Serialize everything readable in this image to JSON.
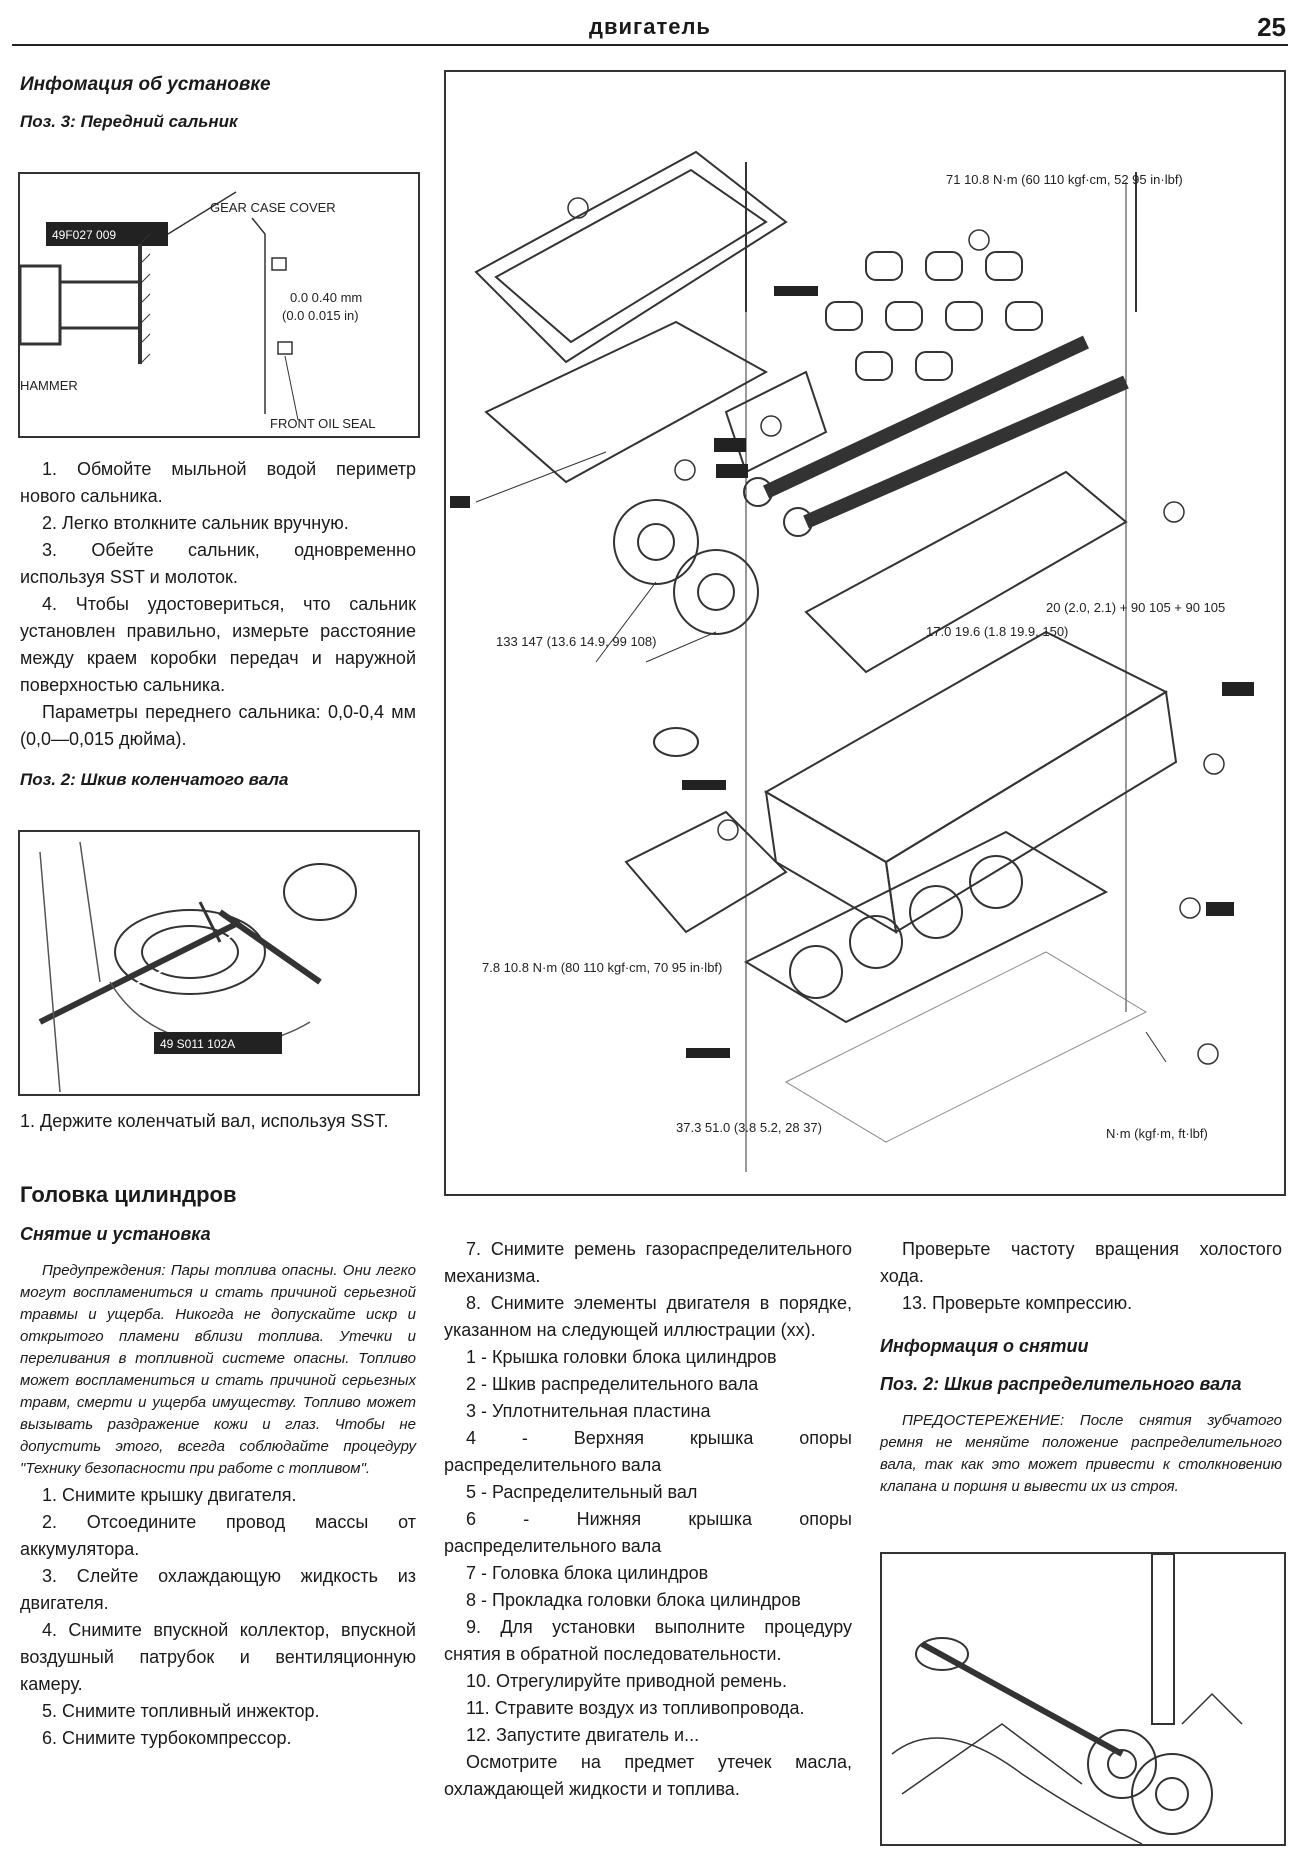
{
  "header": {
    "title": "двигатель",
    "page_number": "25"
  },
  "left_top": {
    "section_title": "Инфомация об установке",
    "pos1_title": "Поз. 3: Передний сальник",
    "fig1": {
      "part_number": "49F027 009",
      "gear_case_cover": "GEAR CASE COVER",
      "measure_1": "0.0  0.40 mm",
      "measure_2": "(0.0  0.015 in)",
      "front_oil_seal": "FRONT OIL SEAL",
      "hammer": "HAMMER"
    },
    "steps": [
      "1. Обмойте мыльной водой периметр нового сальника.",
      "2. Легко втолкните сальник вручную.",
      "3. Обейте сальник, одновременно используя SST и молоток.",
      "4. Чтобы удостовериться, что сальник установлен правильно, измерьте расстояние между краем коробки передач и наружной поверхностью сальника."
    ],
    "param": "Параметры переднего сальника: 0,0-0,4 мм (0,0—0,015 дюйма).",
    "pos2_title": "Поз. 2: Шкив коленчатого вала",
    "fig2": {
      "part_number": "49 S011 102A"
    },
    "fig2_caption": "1. Держите коленчатый вал, используя SST."
  },
  "cyl": {
    "title": "Головка цилиндров",
    "subtitle": "Снятие и установка",
    "warning": "Предупреждения: Пары топлива опасны. Они легко могут воспламениться и стать причиной серьезной травмы и ущерба. Никогда не допускайте искр и открытого пламени вблизи топлива. Утечки и переливания в топливной системе опасны. Топливо может воспламениться и стать причиной серьезных травм, смерти и ущерба имуществу. Топливо может вызывать раздражение кожи и глаз. Чтобы не допустить этого, всегда соблюдайте процедуру \"Технику безопасности при работе с топливом\".",
    "steps": [
      "1. Снимите крышку двигателя.",
      "2. Отсоедините провод массы от аккумулятора.",
      "3. Слейте охлаждающую жидкость из двигателя.",
      "4. Снимите впускной коллектор, впускной воздушный патрубок и вентиляционную камеру.",
      "5. Снимите топливный инжектор.",
      "6. Снимите турбокомпрессор."
    ]
  },
  "mid": {
    "steps": [
      "7. Снимите ремень газораспределительного механизма.",
      "8. Снимите элементы двигателя в порядке, указанном на следующей иллюстрации (хх)."
    ],
    "items": [
      "1 - Крышка головки блока цилиндров",
      "2 - Шкив распределительного вала",
      "3 - Уплотнительная пластина",
      "4 - Верхняя крышка опоры распределительного вала",
      "5 - Распределительный вал",
      "6 - Нижняя крышка опоры распределительного вала",
      "7 - Головка блока цилиндров",
      "8 - Прокладка головки блока цилиндров"
    ],
    "steps2": [
      "9. Для установки выполните процедуру снятия в обратной последовательности.",
      "10. Отрегулируйте приводной ремень.",
      "11. Стравите воздух из топливопровода.",
      "12. Запустите двигатель и...",
      "Осмотрите на предмет утечек масла, охлаждающей жидкости и топлива."
    ]
  },
  "right": {
    "cont": "Проверьте частоту вращения холостого хода.",
    "step13": "13. Проверьте компрессию.",
    "info_title": "Информация о снятии",
    "pos_title": "Поз. 2: Шкив распределительного вала",
    "caution": "ПРЕДОСТЕРЕЖЕНИЕ: После снятия зубчатого ремня не меняйте положение распределительного вала, так как это может привести к столкновению клапана и поршня и вывести их из строя."
  },
  "diagram": {
    "torque_top": "71  10.8 N·m  (60  110 kgf·cm, 52  95 in·lbf)",
    "torque_bolts": "133  147 (13.6  14.9, 99  108)",
    "torque_mid": "17.0  19.6 (1.8  19.9, 150)",
    "torque_head": "20 (2.0, 2.1) + 90  105 + 90  105",
    "torque_left": "7.8  10.8 N·m (80  110 kgf·cm, 70  95 in·lbf)",
    "torque_bottom": "37.3  51.0 (3.8  5.2, 28  37)",
    "unit": "N·m (kgf·m, ft·lbf)"
  }
}
